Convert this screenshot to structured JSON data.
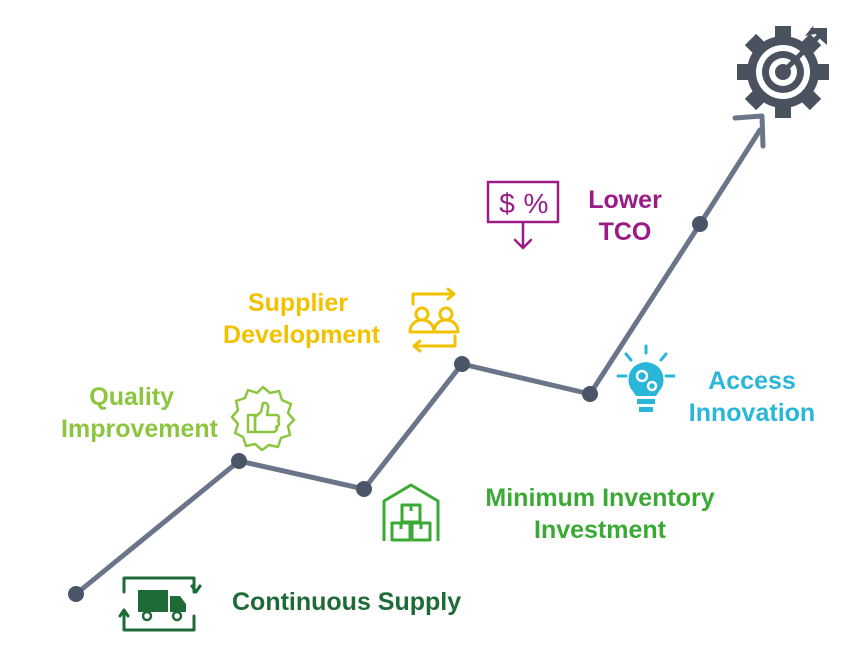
{
  "steps": [
    {
      "id": "continuous",
      "lines": [
        "Continuous Supply"
      ],
      "color": "#1e6b37",
      "icon": "truck-icon"
    },
    {
      "id": "quality",
      "lines": [
        "Quality",
        "Improvement"
      ],
      "color": "#8cc63f",
      "icon": "thumbs-up-badge-icon"
    },
    {
      "id": "inventory",
      "lines": [
        "Minimum Inventory",
        "Investment"
      ],
      "color": "#3aaa35",
      "icon": "warehouse-boxes-icon"
    },
    {
      "id": "supplier",
      "lines": [
        "Supplier",
        "Development"
      ],
      "color": "#f2c200",
      "icon": "people-exchange-icon"
    },
    {
      "id": "access",
      "lines": [
        "Access",
        "Innovation"
      ],
      "color": "#29b6d9",
      "icon": "lightbulb-gears-icon"
    },
    {
      "id": "tco",
      "lines": [
        "Lower",
        "TCO"
      ],
      "color": "#9b1b87",
      "icon": "dollar-percent-down-icon"
    }
  ],
  "icon_text": {
    "dollar": "$",
    "percent": "%"
  },
  "colors": {
    "line": "#6b7589",
    "node": "#4a5568",
    "target": "#4a5260"
  }
}
